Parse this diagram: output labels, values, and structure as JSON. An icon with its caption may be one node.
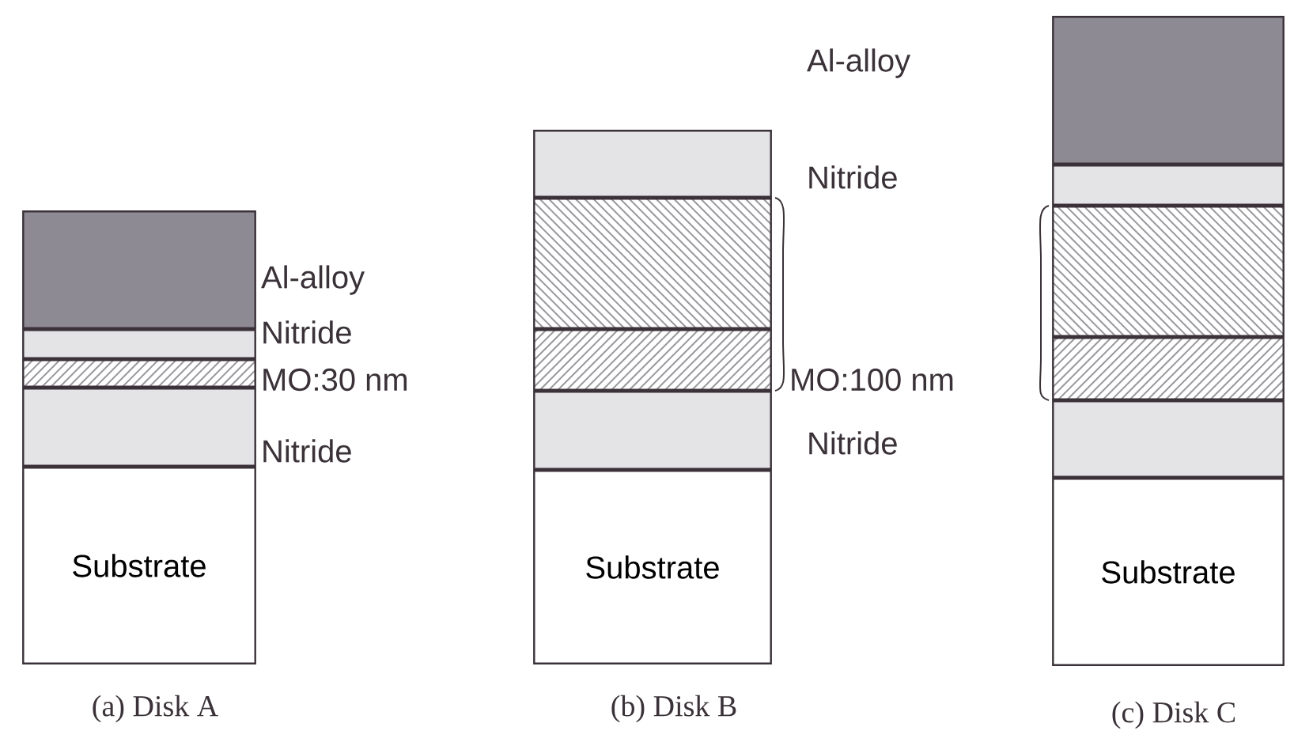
{
  "diagram": {
    "nodes": [
      {
        "text": [],
        "shape": "box",
        "beside": [
          "Al-alloy"
        ]
      },
      {
        "text": [],
        "shape": "box",
        "beside": [
          "Nitride"
        ]
      },
      {
        "text": [],
        "shape": "box",
        "beside": [
          "MO:30 nm"
        ]
      },
      {
        "text": [],
        "shape": "box",
        "beside": [
          "Nitride"
        ]
      },
      {
        "text": [
          "Substrate"
        ]
      },
      {
        "text": [],
        "shape": "box"
      },
      {
        "text": [],
        "shape": "box"
      },
      {
        "text": [],
        "shape": "box"
      },
      {
        "text": [],
        "shape": "box"
      },
      {
        "text": [
          "Substrate"
        ]
      },
      {
        "text": [],
        "shape": "box"
      },
      {
        "text": [],
        "shape": "box"
      },
      {
        "text": [],
        "shape": "box"
      },
      {
        "text": [],
        "shape": "box"
      },
      {
        "text": [],
        "shape": "box"
      },
      {
        "text": [
          "Substrate"
        ]
      }
    ],
    "labels": [
      "Al-alloy",
      "Nitride",
      "MO:100 nm",
      "Nitride",
      "(a) Disk A",
      "(b) Disk B",
      "(c) Disk C"
    ]
  }
}
